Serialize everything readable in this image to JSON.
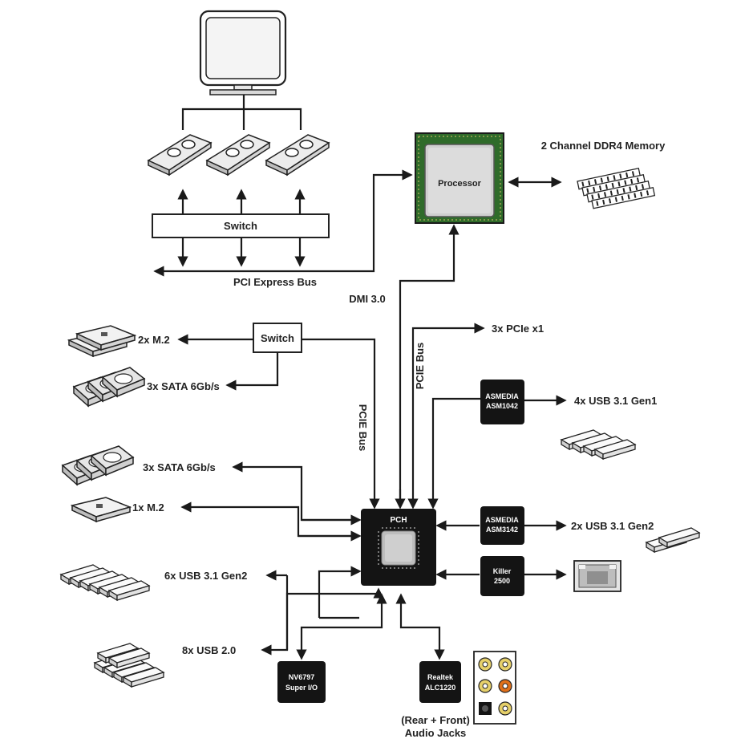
{
  "diagram": {
    "pci_switch": "Switch",
    "pci_express_bus": "PCI Express Bus",
    "processor": "Processor",
    "memory": "2 Channel DDR4 Memory",
    "dmi": "DMI 3.0",
    "storage_switch": "Switch",
    "m2_top": "2x M.2",
    "sata_top": "3x SATA 6Gb/s",
    "pcie_bus_left": "PCIE Bus",
    "pcie_bus_right": "PCIE Bus",
    "pcie_x1": "3x PCIe x1",
    "asm1042_line1": "ASMEDIA",
    "asm1042_line2": "ASM1042",
    "usb31_gen1": "4x USB 3.1 Gen1",
    "sata_mid": "3x SATA 6Gb/s",
    "m2_mid": "1x M.2",
    "pch": "PCH",
    "asm3142_line1": "ASMEDIA",
    "asm3142_line2": "ASM3142",
    "usb31_gen2_right": "2x USB 3.1 Gen2",
    "killer_line1": "Killer",
    "killer_line2": "2500",
    "usb31_gen2_left": "6x USB 3.1 Gen2",
    "usb20": "8x USB 2.0",
    "superio_line1": "NV6797",
    "superio_line2": "Super I/O",
    "realtek_line1": "Realtek",
    "realtek_line2": "ALC1220",
    "audio_line1": "(Rear + Front)",
    "audio_line2": "Audio Jacks"
  },
  "colors": {
    "pcb_green": "#2f6b2a",
    "chip_black": "#141414",
    "audio_orange": "#e0701a",
    "line": "#1a1a1a"
  }
}
